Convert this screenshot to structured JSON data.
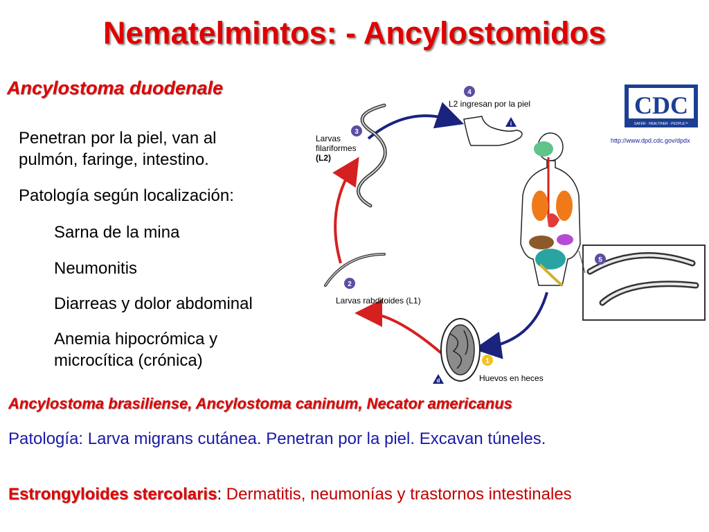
{
  "title": "Nematelmintos: - Ancylostomidos",
  "section1": {
    "heading": "Ancylostoma duodenale",
    "para1": "Penetran por la piel, van al pulmón, faringe, intestino.",
    "para2": "Patología según localización:",
    "items": [
      "Sarna de la mina",
      "Neumonitis",
      "Diarreas y dolor abdominal",
      "Anemia hipocrómica y microcítica (crónica)"
    ]
  },
  "section2": {
    "heading": "Ancylostoma brasiliense, Ancylostoma caninum, Necator americanus",
    "text": "Patología: Larva migrans cutánea. Penetran por la piel. Excavan túneles."
  },
  "section3": {
    "label": "Estrongyloides stercolaris",
    "colon": ":",
    "text": "Dermatitis, neumonías y trastornos intestinales"
  },
  "diagram": {
    "step1": "Huevos en heces",
    "step2": "Larvas rabditoides (L1)",
    "step3_line1": "Larvas",
    "step3_line2": "filariformes",
    "step3_line3": "(L2)",
    "step4": "L2 ingresan por la piel",
    "num1": "1",
    "num2": "2",
    "num3": "3",
    "num4": "4",
    "num5": "5",
    "marker_i": "i",
    "marker_d": "d",
    "cdc_logo": "CDC",
    "cdc_tagline": "SAFER · HEALTHIER · PEOPLE™",
    "cdc_url": "http://www.dpd.cdc.gov/dpdx"
  },
  "colors": {
    "title_red": "#e00000",
    "blue_text": "#1a1aa6",
    "arrow_red": "#d62020",
    "arrow_blue": "#1a237e",
    "cdc_blue": "#1c3f94"
  }
}
